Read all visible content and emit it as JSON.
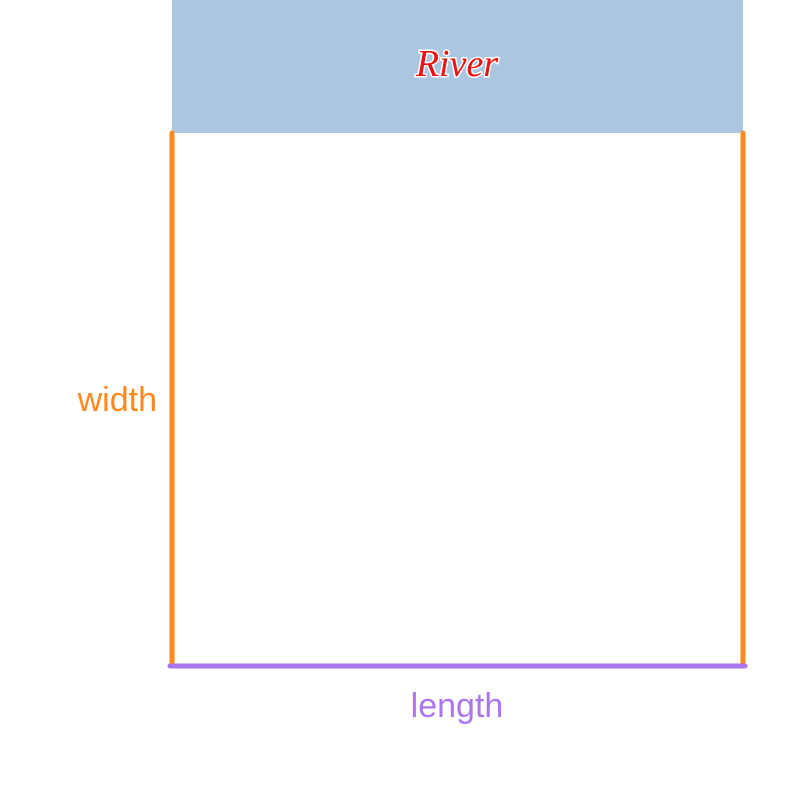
{
  "river": {
    "label": "River",
    "fill": "#abc6e0",
    "text_color": "#ee1111"
  },
  "sides": {
    "width_label": "width",
    "length_label": "length",
    "width_color": "#ff8820",
    "length_color": "#aa77ee"
  }
}
